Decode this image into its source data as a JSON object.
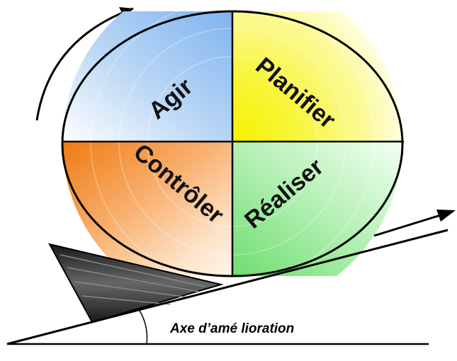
{
  "diagram": {
    "quadrants": [
      {
        "id": "agir",
        "label": "Agir",
        "color": "#8fbdf0"
      },
      {
        "id": "planifier",
        "label": "Planifier",
        "color": "#f5f500"
      },
      {
        "id": "controler",
        "label": "Contrôler",
        "color": "#f28a1e"
      },
      {
        "id": "realiser",
        "label": "Réaliser",
        "color": "#7fe07f"
      }
    ],
    "axis_label": "Axe d’amé lioration",
    "wedge_color": "#222222",
    "outline_color": "#000000"
  }
}
